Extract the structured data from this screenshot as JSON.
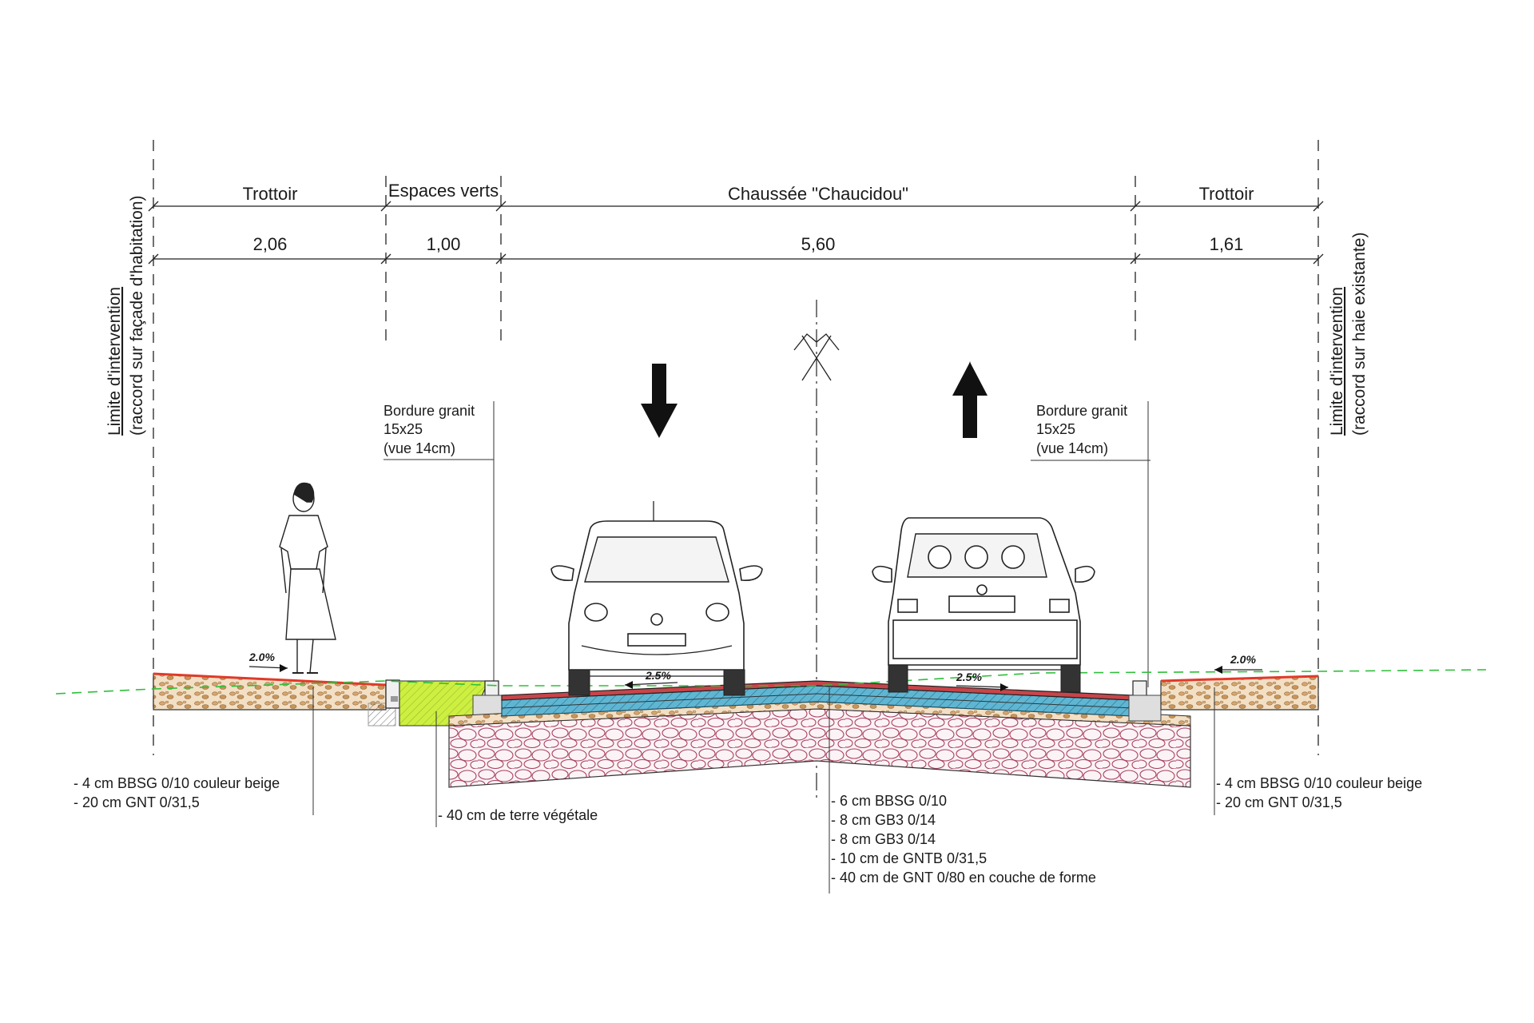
{
  "sections": [
    {
      "label": "Trottoir",
      "width": "2,06"
    },
    {
      "label": "Espaces verts",
      "width": "1,00"
    },
    {
      "label": "Chaussée \"Chaucidou\"",
      "width": "5,60"
    },
    {
      "label": "Trottoir",
      "width": "1,61"
    }
  ],
  "limits": {
    "left": {
      "line1": "Limite d'intervention",
      "line2": "(raccord sur façade d'habitation)"
    },
    "right": {
      "line1": "Limite d'intervention",
      "line2": "(raccord sur haie existante)"
    }
  },
  "curbs": {
    "left": {
      "line1": "Bordure granit",
      "line2": "15x25",
      "line3": "(vue 14cm)"
    },
    "right": {
      "line1": "Bordure granit",
      "line2": "15x25",
      "line3": "(vue 14cm)"
    }
  },
  "slopes": {
    "sidewalk_left": "2.0%",
    "road_left": "2.5%",
    "road_right": "2.5%",
    "sidewalk_right": "2.0%"
  },
  "layers": {
    "sidewalk_left": [
      "- 4 cm BBSG 0/10 couleur beige",
      "- 20 cm GNT 0/31,5"
    ],
    "green": [
      "- 40 cm de terre végétale"
    ],
    "road": [
      "- 6 cm BBSG 0/10",
      "- 8 cm GB3 0/14",
      "- 8 cm GB3 0/14",
      "- 10 cm de GNTB 0/31,5",
      "- 40 cm de GNT 0/80 en couche de forme"
    ],
    "sidewalk_right": [
      "- 4 cm BBSG 0/10 couleur beige",
      "- 20 cm GNT 0/31,5"
    ]
  },
  "colors": {
    "ground_line": "#2fbf3a",
    "surface_red": "#e03a2a",
    "gravel": "#c9a070",
    "green_strip": "#c8ec3c",
    "road_blue": "#4aa5c8",
    "subbase_stone": "#b04a6a"
  }
}
